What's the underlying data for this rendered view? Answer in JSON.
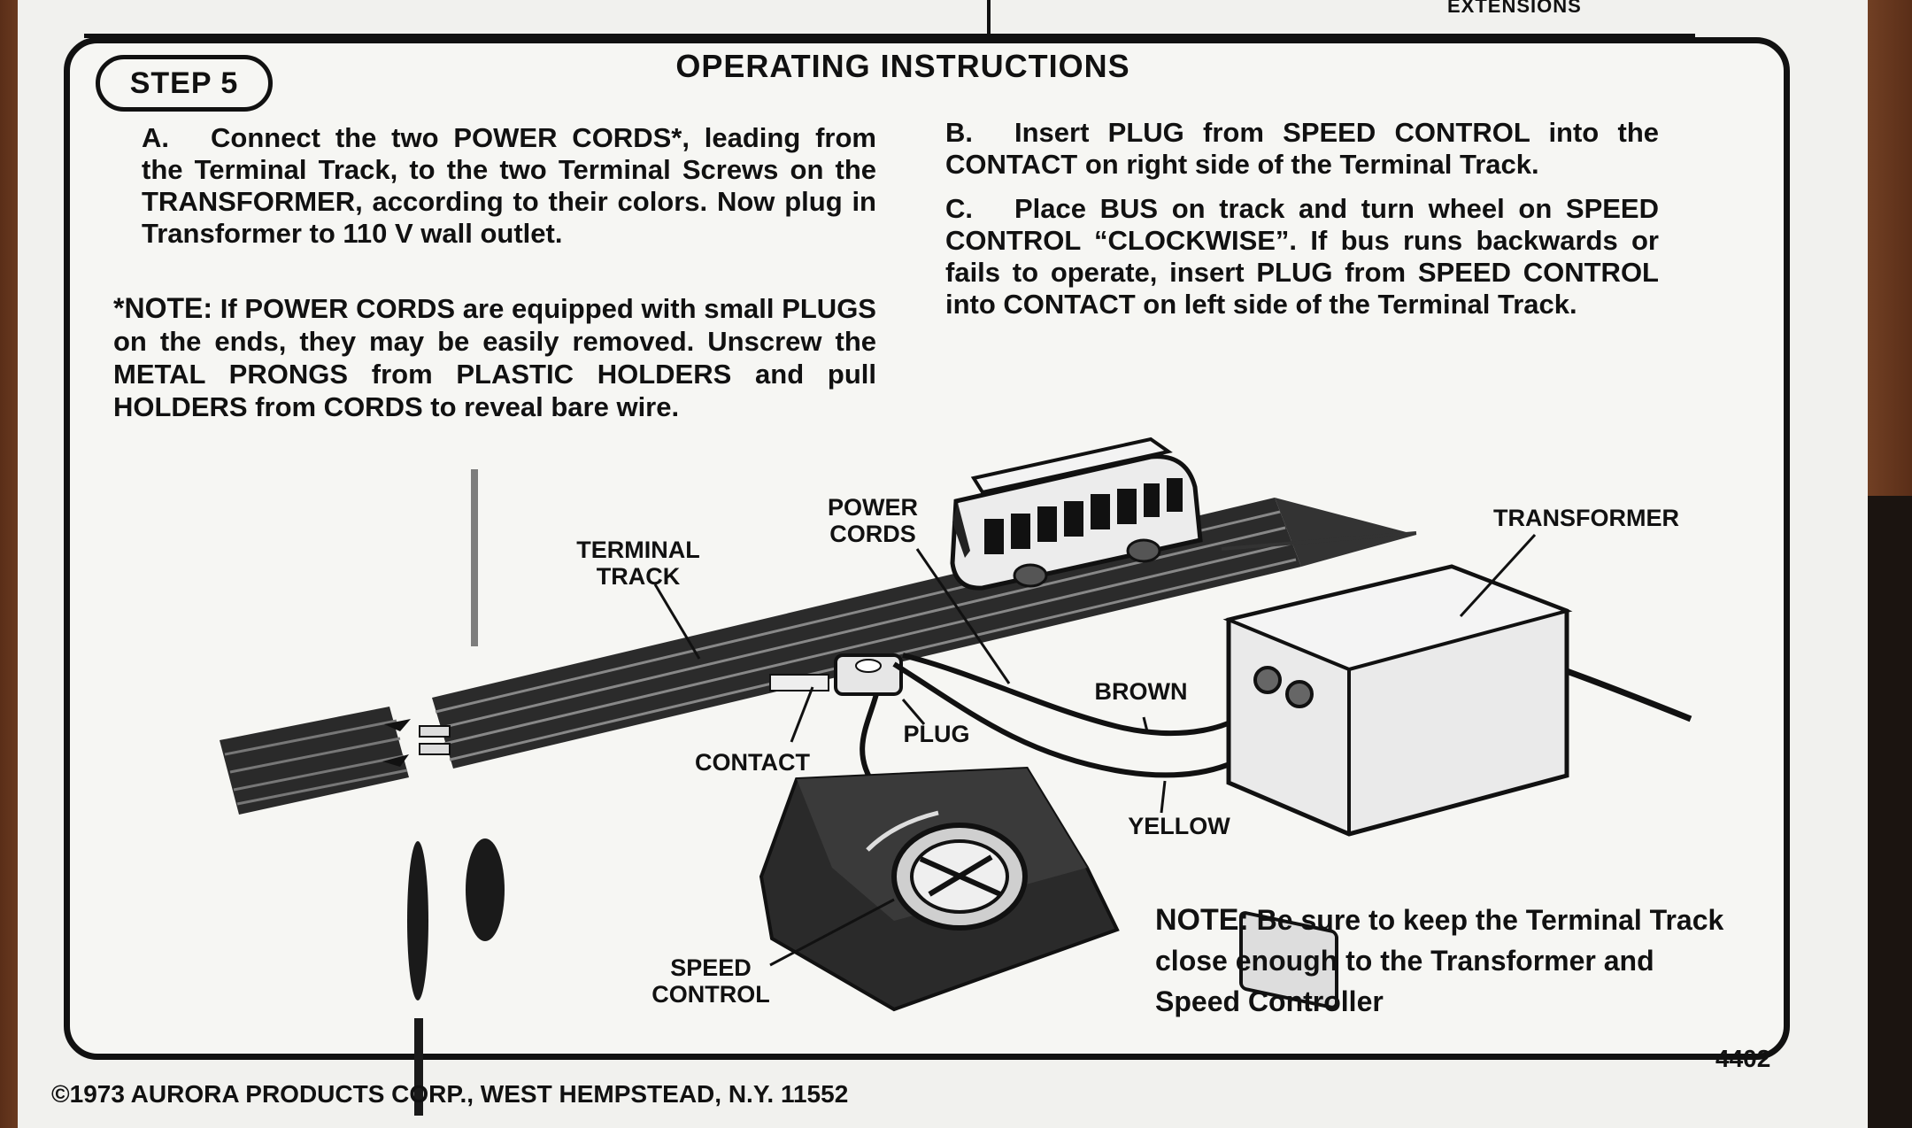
{
  "header": {
    "extensions_label": "EXTENSIONS"
  },
  "step_badge": "STEP 5",
  "title": "OPERATING INSTRUCTIONS",
  "instructions": {
    "a": {
      "tag": "A.",
      "text": "Connect the two POWER CORDS*, leading from the Terminal Track, to the two Terminal Screws on the TRANSFORMER, according to their colors. Now plug in Transformer to 110 V wall outlet."
    },
    "note": {
      "lead": "*NOTE:",
      "text": "If POWER CORDS are equipped with small PLUGS on the ends, they may be easily removed. Unscrew the METAL PRONGS from PLASTIC HOLDERS and pull HOLDERS from CORDS to reveal bare wire."
    },
    "b": {
      "tag": "B.",
      "text": "Insert PLUG from SPEED CONTROL into the CONTACT on right side of the Terminal Track."
    },
    "c": {
      "tag": "C.",
      "text": "Place BUS on track and turn wheel on SPEED CONTROL “CLOCKWISE”. If bus runs backwards or fails to operate, insert PLUG from SPEED CONTROL into CONTACT on left side of the Terminal Track."
    }
  },
  "diagram_labels": {
    "terminal_track_1": "TERMINAL",
    "terminal_track_2": "TRACK",
    "power_cords_1": "POWER",
    "power_cords_2": "CORDS",
    "transformer": "TRANSFORMER",
    "brown": "BROWN",
    "plug": "PLUG",
    "contact": "CONTACT",
    "yellow": "YELLOW",
    "speed_control_1": "SPEED",
    "speed_control_2": "CONTROL"
  },
  "bottom_note": {
    "lead": "NOTE:",
    "text": "Be sure to keep the Terminal Track close enough to the Transformer and Speed Controller"
  },
  "copyright": "©1973 AURORA PRODUCTS CORP., WEST HEMPSTEAD, N.Y. 11552",
  "part_number": "4402"
}
